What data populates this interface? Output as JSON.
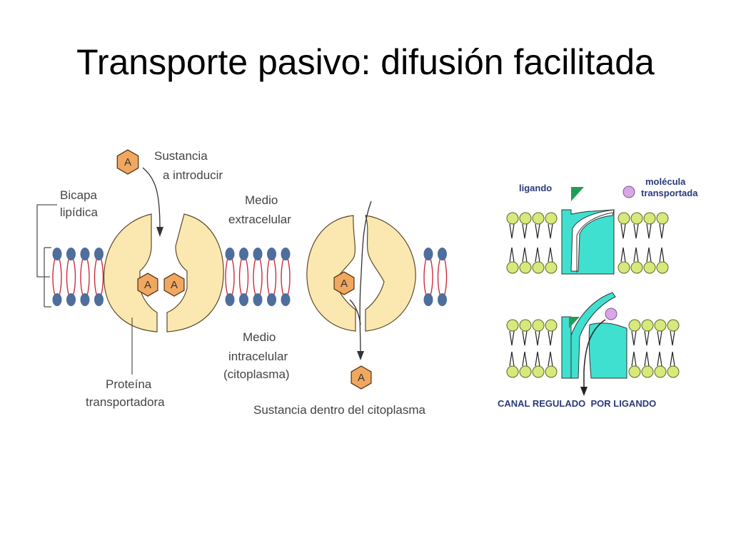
{
  "title": "Transporte pasivo: difusión facilitada",
  "left_diagram": {
    "labels": {
      "bicapa_line1": "Bicapa",
      "bicapa_line2": "lipídica",
      "sustancia_line1": "Sustancia",
      "sustancia_line2": "a introducir",
      "medio_ext_line1": "Medio",
      "medio_ext_line2": "extracelular",
      "medio_int_line1": "Medio",
      "medio_int_line2": "intracelular",
      "medio_int_line3": "(citoplasma)",
      "proteina_line1": "Proteína",
      "proteina_line2": "transportadora",
      "sustancia_dentro": "Sustancia dentro del citoplasma"
    },
    "molecule_label": "A"
  },
  "right_diagram": {
    "labels": {
      "ligando": "ligando",
      "molecula_line1": "molécula",
      "molecula_line2": "transportada",
      "canal": "CANAL REGULADO  POR LIGANDO"
    }
  },
  "colors": {
    "protein": "#fbe7b0",
    "protein_stroke": "#5c4a2a",
    "head_blue": "#4e6e9c",
    "tail_red": "#cf2b3a",
    "molecule": "#f0a860",
    "head_yellow": "#d8e87a",
    "channel_teal": "#40e0d0",
    "ligand_green": "#1f9e5a",
    "molecule_purple": "#d9a6e8"
  }
}
